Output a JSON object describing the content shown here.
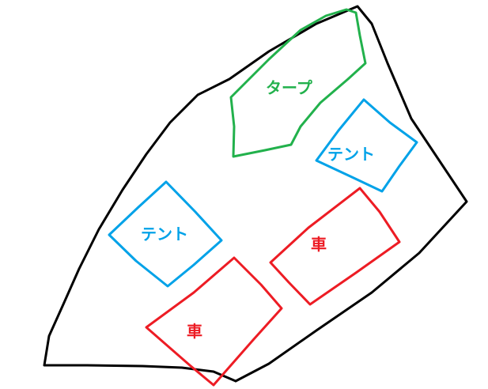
{
  "colors": {
    "boundary": "#000000",
    "tarp": "#22b14c",
    "tent": "#00a2e8",
    "car": "#ed1c24"
  },
  "labels": {
    "tarp": "タープ",
    "tent_upper": "テント",
    "tent_left": "テント",
    "car_upper": "車",
    "car_lower": "車"
  }
}
